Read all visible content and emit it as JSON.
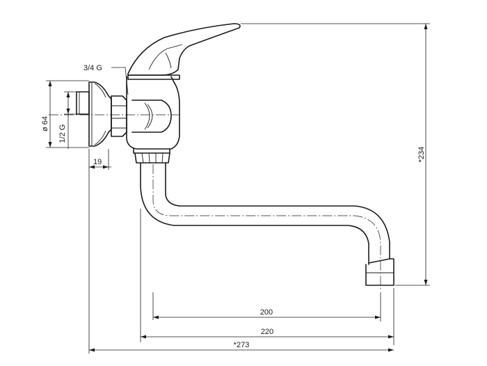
{
  "drawing": {
    "labels": {
      "connection_thread": "3/4 G",
      "rosette_diameter": "ø 64",
      "inlet_thread": "1/2 G",
      "rosette_depth": "19",
      "height": "*234",
      "spout_reach_inner": "200",
      "spout_reach_outer": "220",
      "overall_length": "*273"
    }
  }
}
